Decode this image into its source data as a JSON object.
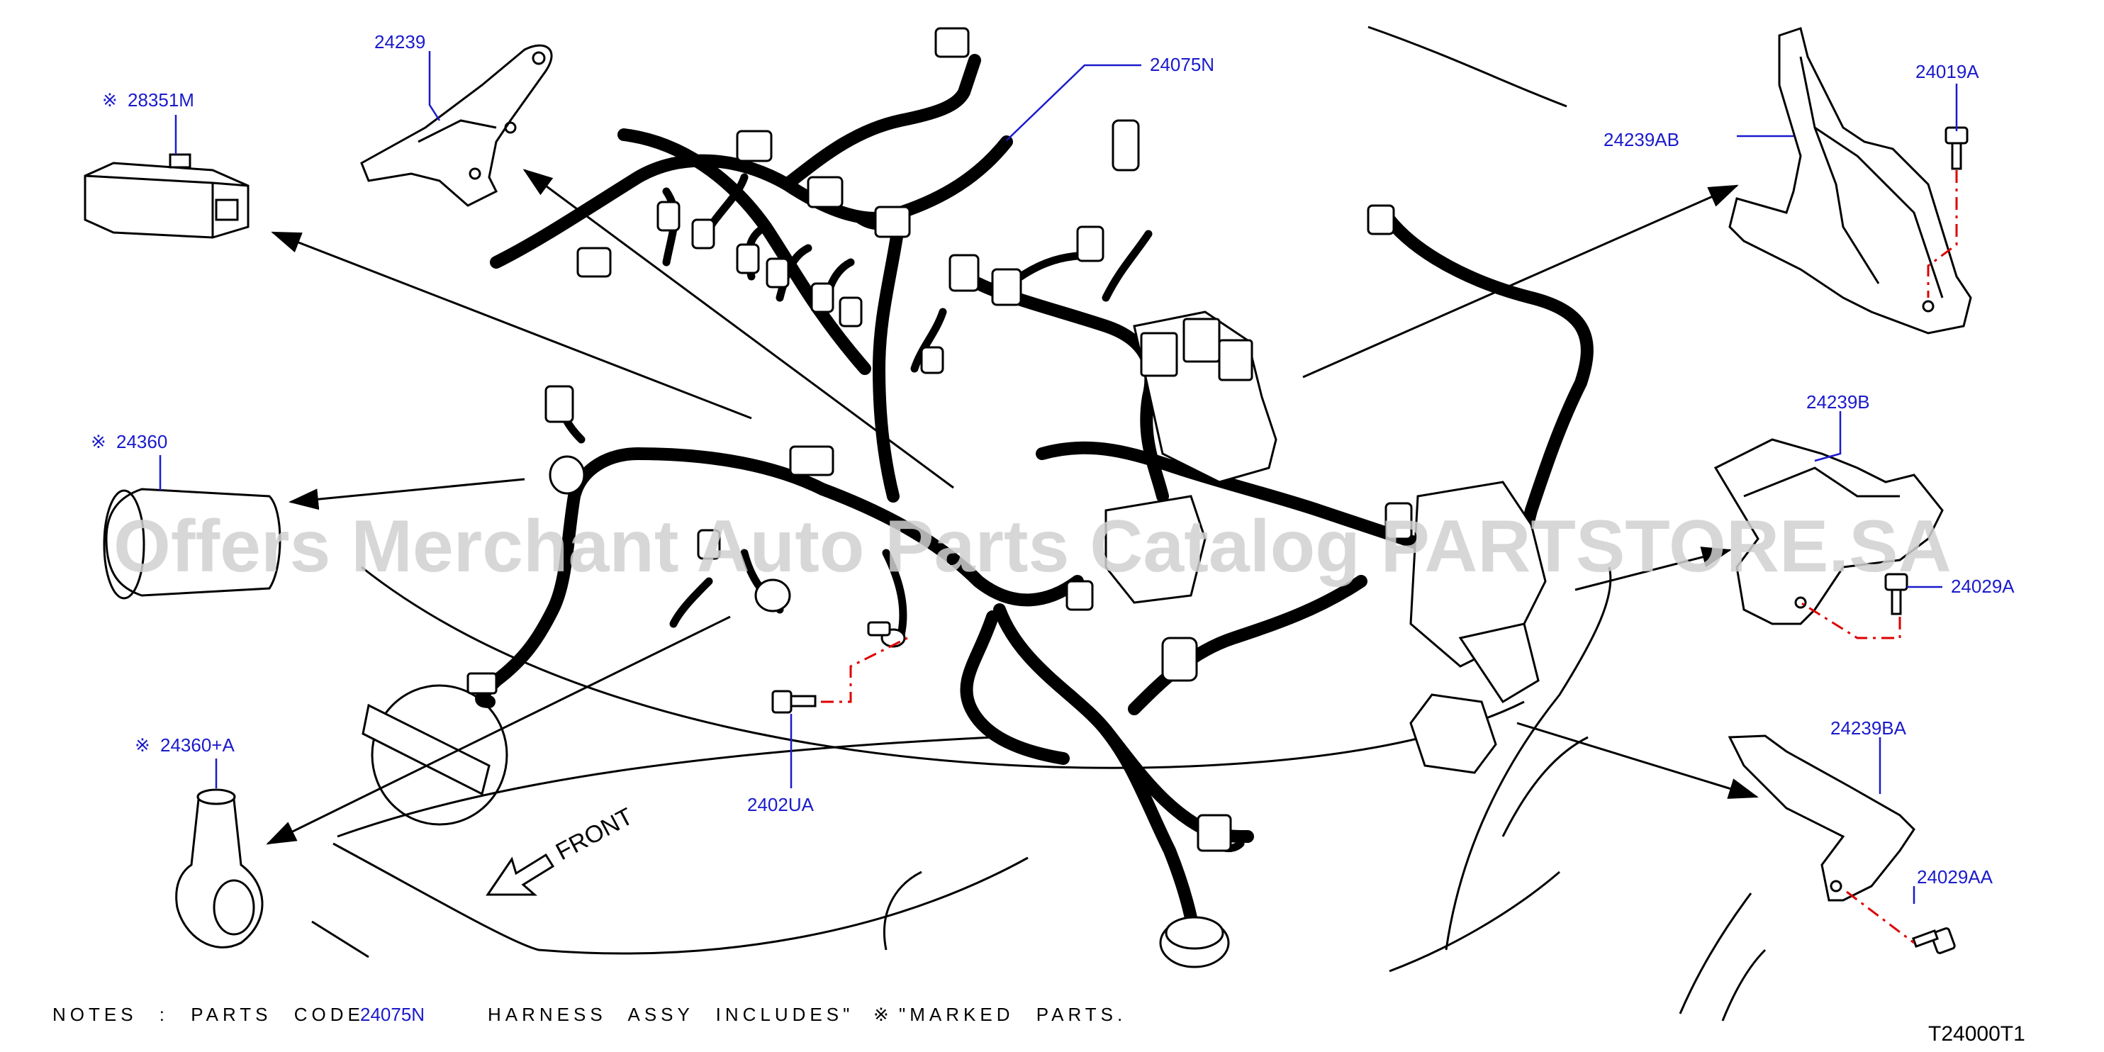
{
  "watermark": "Offers Merchant Auto Parts Catalog PARTSTORE.SA",
  "figure_code": "T24000T1",
  "front_label": "FRONT",
  "colors": {
    "callout": "#1a1acc",
    "centerline": "#dd0000",
    "watermark": "#d0d0d0"
  },
  "callouts": {
    "c24239": "24239",
    "c28351M": "28351M",
    "c24075N": "24075N",
    "c24019A": "24019A",
    "c24239AB": "24239AB",
    "c24360": "24360",
    "c24239B": "24239B",
    "c24029A": "24029A",
    "c24360A": "24360+A",
    "c2402UA": "2402UA",
    "c24239BA": "24239BA",
    "c24029AA": "24029AA"
  },
  "marked_symbol": "※",
  "notes": {
    "prefix": "NOTES : PARTS CODE",
    "code": "24075N",
    "middle": "HARNESS ASSY INCLUDES\"",
    "suffix": "\"MARKED PARTS."
  }
}
